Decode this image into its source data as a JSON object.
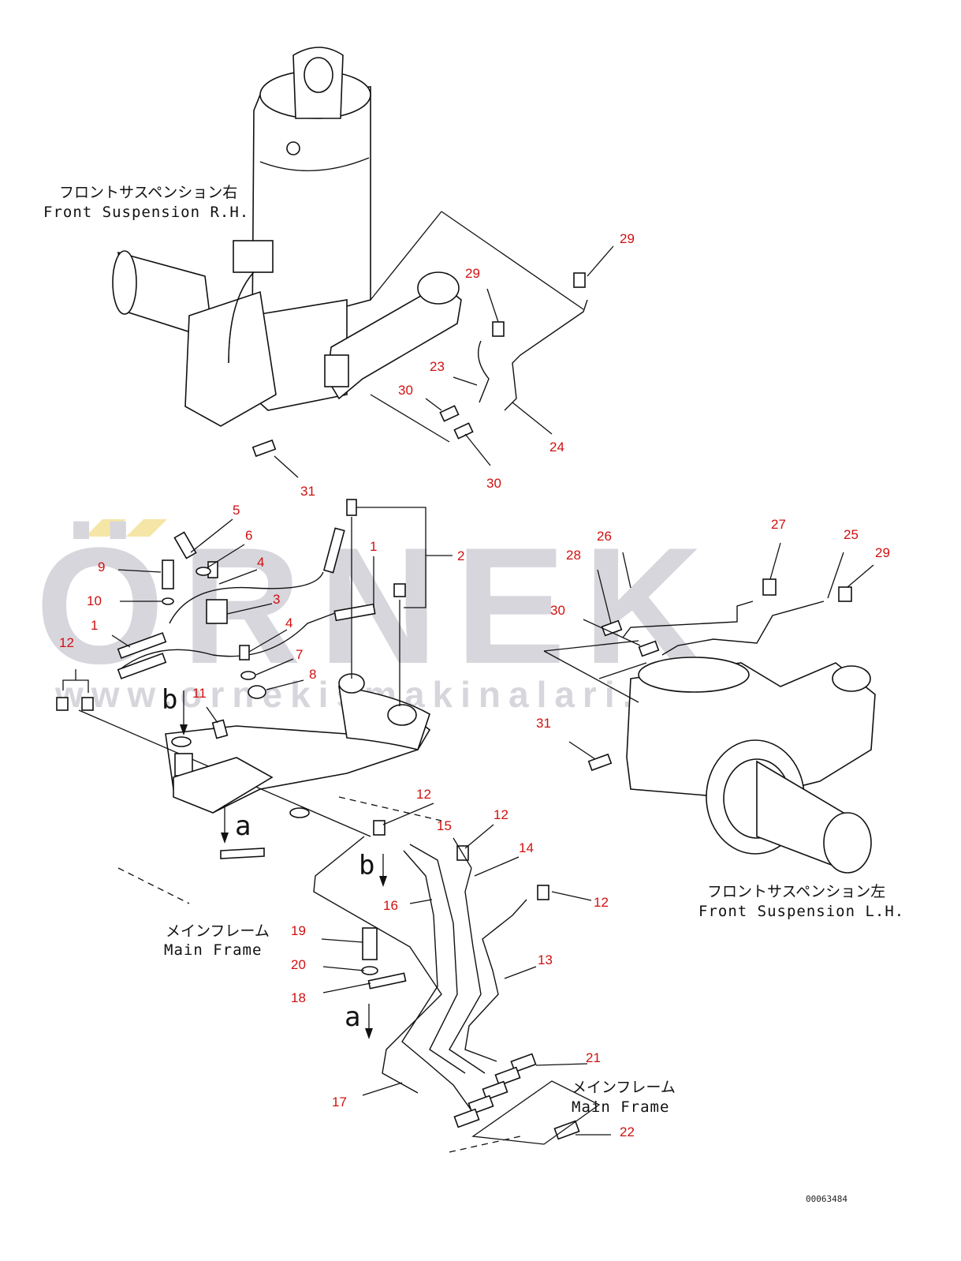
{
  "watermark": {
    "brand": "ÖRNEK",
    "url": "www.ornekismakinalari.com.tr",
    "color": "#d6d6dc",
    "accent": "#f5e6a8"
  },
  "labels": {
    "front_rh_jp": "フロントサスペンション右",
    "front_rh_en": "Front Suspension R.H.",
    "front_lh_jp": "フロントサスペンション左",
    "front_lh_en": "Front Suspension L.H.",
    "main_frame_left_jp": "メインフレーム",
    "main_frame_left_en": "Main Frame",
    "main_frame_bottom_jp": "メインフレーム",
    "main_frame_bottom_en": "Main Frame",
    "view_a_1": "a",
    "view_b_1": "b",
    "view_a_2": "a",
    "view_b_2": "b",
    "drawing_ref": "00063484"
  },
  "callouts": [
    {
      "id": "c29a",
      "text": "29"
    },
    {
      "id": "c29b",
      "text": "29"
    },
    {
      "id": "c23",
      "text": "23"
    },
    {
      "id": "c30a",
      "text": "30"
    },
    {
      "id": "c24",
      "text": "24"
    },
    {
      "id": "c30b",
      "text": "30"
    },
    {
      "id": "c31a",
      "text": "31"
    },
    {
      "id": "c5",
      "text": "5"
    },
    {
      "id": "c6",
      "text": "6"
    },
    {
      "id": "c9",
      "text": "9"
    },
    {
      "id": "c4a",
      "text": "4"
    },
    {
      "id": "c1a",
      "text": "1"
    },
    {
      "id": "c2",
      "text": "2"
    },
    {
      "id": "c10",
      "text": "10"
    },
    {
      "id": "c3",
      "text": "3"
    },
    {
      "id": "c1b",
      "text": "1"
    },
    {
      "id": "c4b",
      "text": "4"
    },
    {
      "id": "c12a",
      "text": "12"
    },
    {
      "id": "c7",
      "text": "7"
    },
    {
      "id": "c8",
      "text": "8"
    },
    {
      "id": "c11",
      "text": "11"
    },
    {
      "id": "c26",
      "text": "26"
    },
    {
      "id": "c27",
      "text": "27"
    },
    {
      "id": "c25",
      "text": "25"
    },
    {
      "id": "c28",
      "text": "28"
    },
    {
      "id": "c29c",
      "text": "29"
    },
    {
      "id": "c30c",
      "text": "30"
    },
    {
      "id": "c31b",
      "text": "31"
    },
    {
      "id": "c12b",
      "text": "12"
    },
    {
      "id": "c15",
      "text": "15"
    },
    {
      "id": "c12c",
      "text": "12"
    },
    {
      "id": "c14",
      "text": "14"
    },
    {
      "id": "c16",
      "text": "16"
    },
    {
      "id": "c12d",
      "text": "12"
    },
    {
      "id": "c19",
      "text": "19"
    },
    {
      "id": "c13",
      "text": "13"
    },
    {
      "id": "c20",
      "text": "20"
    },
    {
      "id": "c18",
      "text": "18"
    },
    {
      "id": "c21",
      "text": "21"
    },
    {
      "id": "c17",
      "text": "17"
    },
    {
      "id": "c22",
      "text": "22"
    }
  ]
}
